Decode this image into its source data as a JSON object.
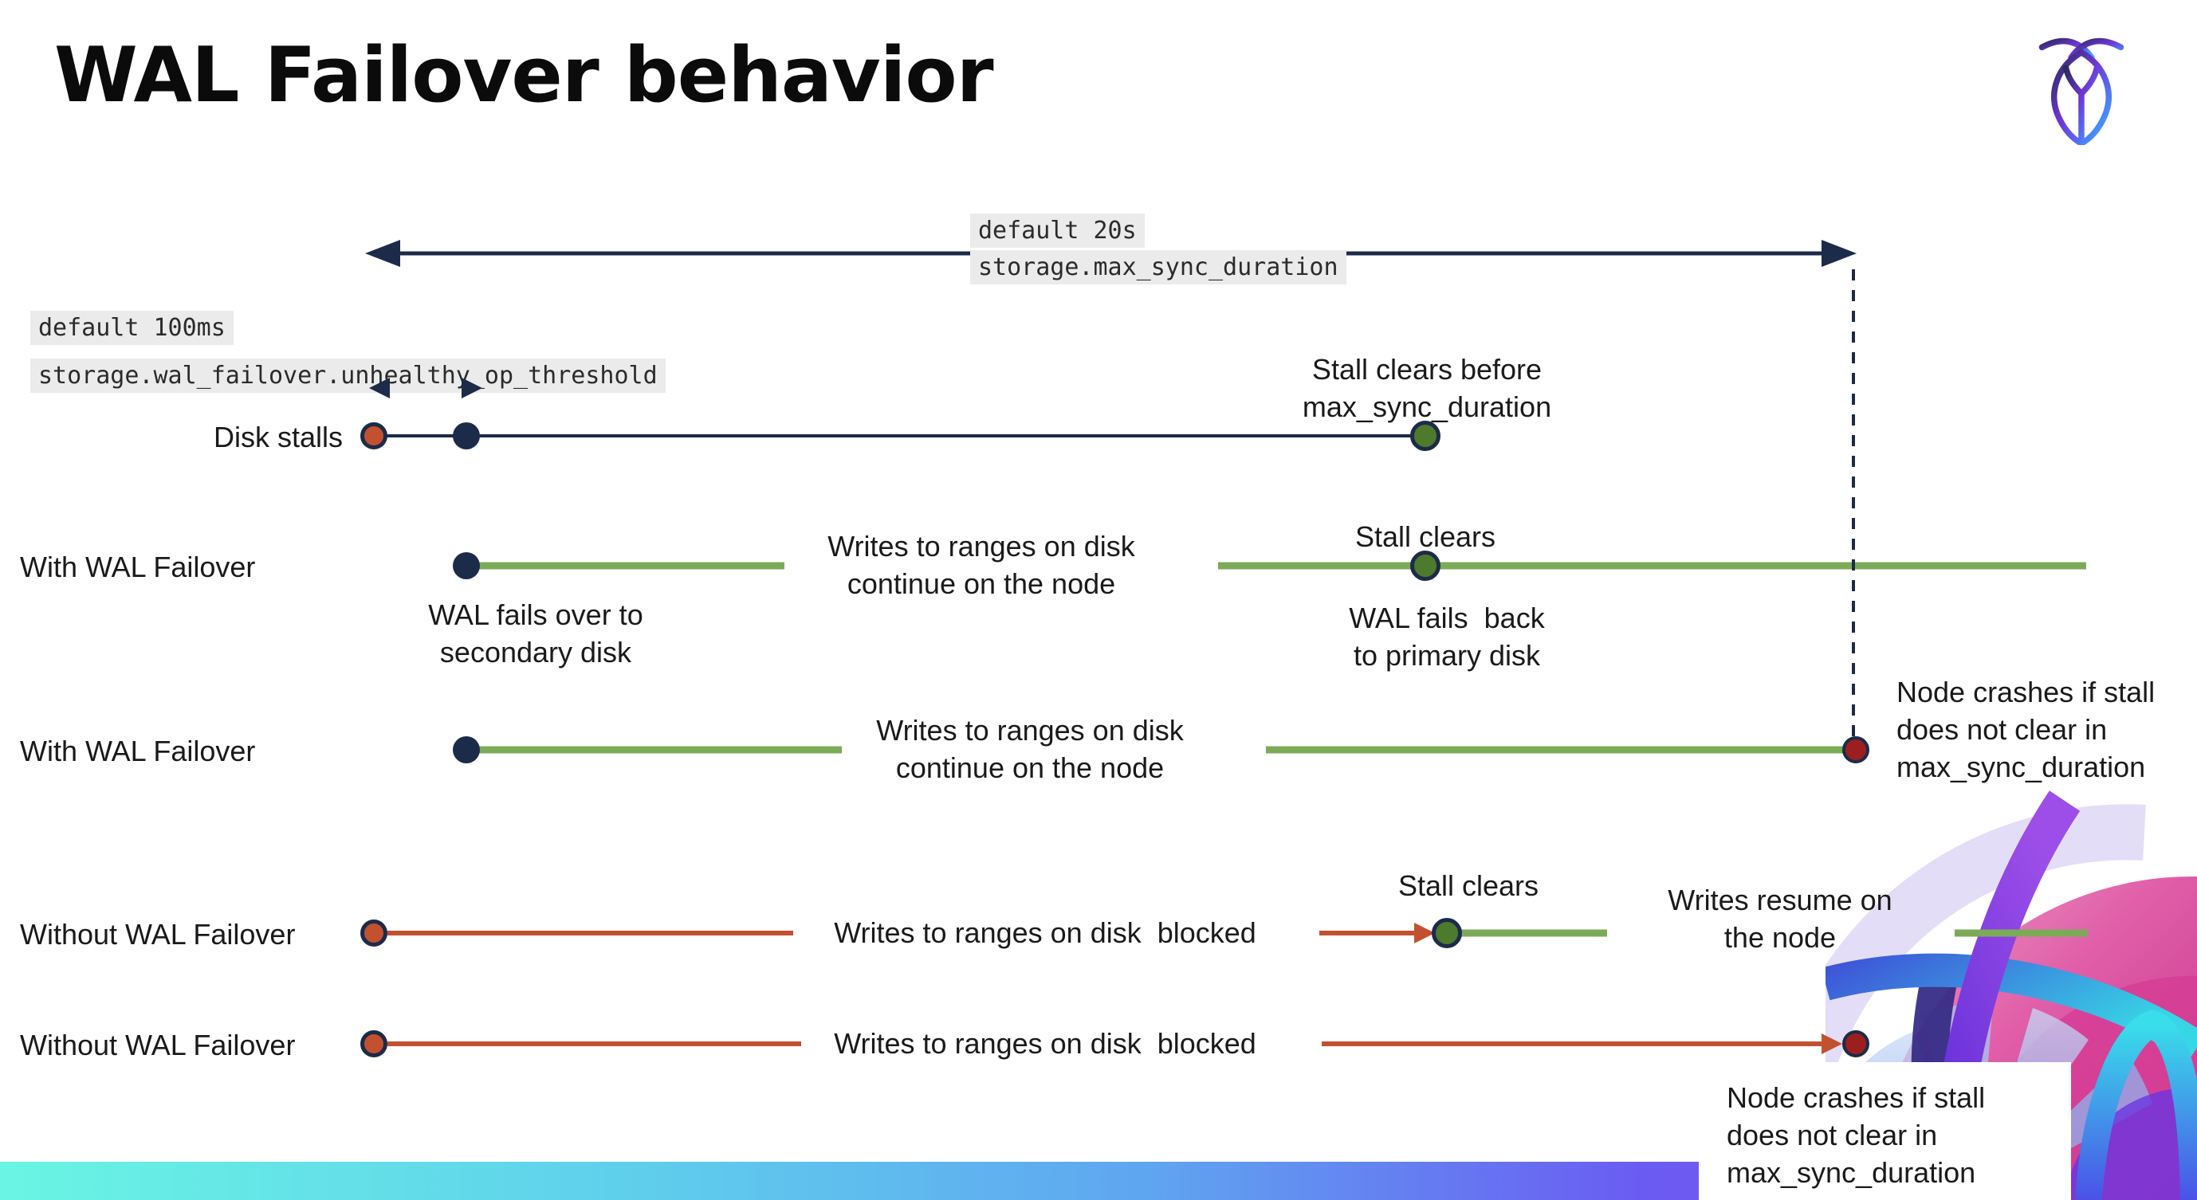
{
  "title": "WAL Failover behavior",
  "callouts": {
    "max_sync_duration": {
      "default": "default 20s",
      "setting": "storage.max_sync_duration"
    },
    "unhealthy_op_threshold": {
      "default": "default 100ms",
      "setting": "storage.wal_failover.unhealthy_op_threshold"
    }
  },
  "rows": {
    "disk_stalls": {
      "label": "Disk stalls",
      "note": "Stall clears before\nmax_sync_duration"
    },
    "failover_clears": {
      "label": "With WAL Failover",
      "failover": "WAL fails over to\nsecondary disk",
      "writes": "Writes to ranges on disk\ncontinue on the node",
      "stall": "Stall clears",
      "failback": "WAL fails  back\nto primary disk"
    },
    "failover_crash": {
      "label": "With WAL Failover",
      "writes": "Writes to ranges on disk\ncontinue on the node",
      "crash": "Node crashes if stall\ndoes not clear in\nmax_sync_duration"
    },
    "no_failover_clears": {
      "label": "Without WAL Failover",
      "blocked": "Writes to ranges on disk  blocked",
      "stall": "Stall clears",
      "resume": "Writes resume on\nthe node"
    },
    "no_failover_crash": {
      "label": "Without WAL Failover",
      "blocked": "Writes to ranges on disk  blocked",
      "crash": "Node crashes if stall\ndoes not clear in\nmax_sync_duration"
    }
  },
  "colors": {
    "navy": "#1C2B4A",
    "green_line": "#7CAB58",
    "green_dot": "#4D7A2D",
    "red": "#C2512F",
    "dark_red": "#9C1F1F",
    "code_bg": "#EBEBEB"
  }
}
